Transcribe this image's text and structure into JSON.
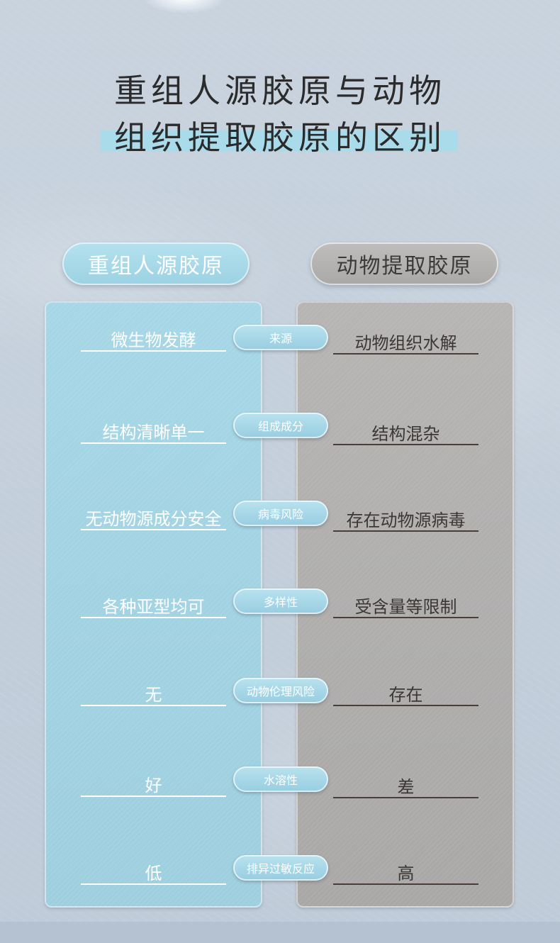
{
  "title": {
    "line1": "重组人源胶原与动物",
    "line2": "组织提取胶原的区别"
  },
  "headers": {
    "left": "重组人源胶原",
    "right": "动物提取胶原"
  },
  "rows": [
    {
      "label": "来源",
      "left": "微生物发酵",
      "right": "动物组织水解"
    },
    {
      "label": "组成成分",
      "left": "结构清晰单一",
      "right": "结构混杂"
    },
    {
      "label": "病毒风险",
      "left": "无动物源成分安全",
      "right": "存在动物源病毒"
    },
    {
      "label": "多样性",
      "left": "各种亚型均可",
      "right": "受含量等限制"
    },
    {
      "label": "动物伦理风险",
      "left": "无",
      "right": "存在"
    },
    {
      "label": "水溶性",
      "left": "好",
      "right": "差"
    },
    {
      "label": "排异过敏反应",
      "left": "低",
      "right": "高"
    }
  ],
  "colors": {
    "background": "#c3cfdc",
    "accent_blue": "#9ecfdf",
    "accent_gray": "#a9a8a7",
    "title_highlight": "#a0deee"
  }
}
